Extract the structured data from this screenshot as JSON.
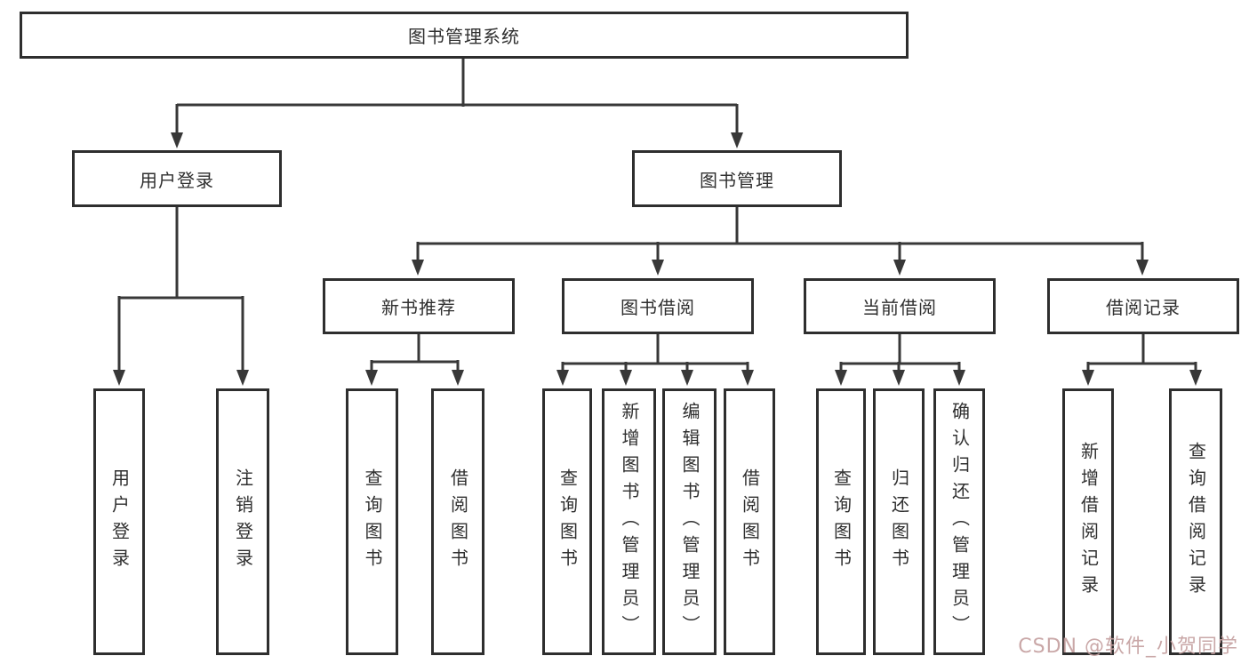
{
  "diagram": {
    "root": "图书管理系统",
    "level2": [
      "用户登录",
      "图书管理"
    ],
    "level3": [
      "新书推荐",
      "图书借阅",
      "当前借阅",
      "借阅记录"
    ],
    "leaves": {
      "user_login": [
        "用户登录",
        "注销登录"
      ],
      "new_book_recommendation": [
        "查询图书",
        "借阅图书"
      ],
      "book_borrowing": [
        "查询图书",
        "新增图书（管理员）",
        "编辑图书（管理员）",
        "借阅图书"
      ],
      "current_borrowing": [
        "查询图书",
        "归还图书",
        "确认归还（管理员）"
      ],
      "borrowing_records": [
        "新增借阅记录",
        "查询借阅记录"
      ]
    }
  },
  "watermark": {
    "text": "CSDN @软件_小贺同学"
  },
  "colors": {
    "line": "#383838",
    "box_border": "#2e2e2e",
    "text": "#2f2f2f",
    "background": "#ffffff",
    "watermark": "#c4a0a0"
  }
}
